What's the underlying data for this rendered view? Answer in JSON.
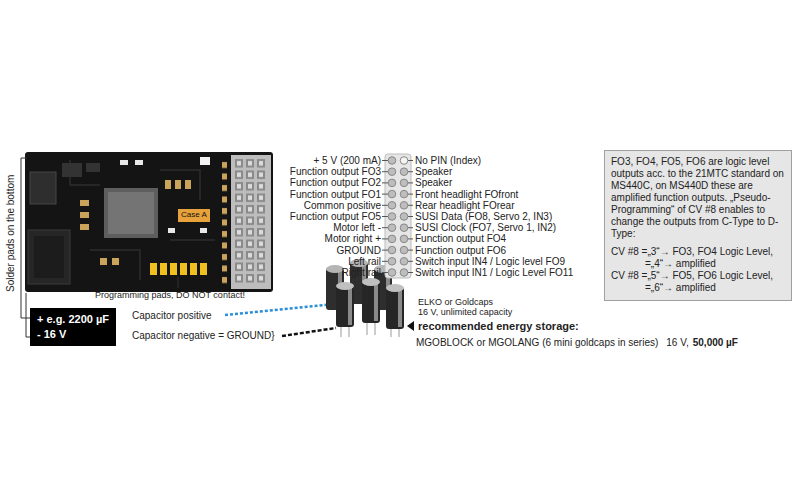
{
  "diagram": {
    "nodes": [
      {
        "text": [
          "FO3, FO4, FO5, FO6 are logic level outputs acc. to the 21MTC standard on MS440C, on MS440D these are amplified function outputs. „Pseudo-Programming“ of CV #8 enables to change the outputs from C-Type to D-Type:",
          "CV #8 =„3“→ FO3, FO4 Logic Level,",
          "=„4“→ amplified",
          "CV #8 =„5“→ FO5, FO6 Logic Level,",
          "=„6“→ amplified"
        ]
      },
      {
        "text": [
          "+ e.g. 2200 µF",
          "- 16 V"
        ]
      }
    ],
    "labels": [
      "Case A",
      "Solder pads on the bottom",
      "Programming pads, DO NOT contact!",
      "+ 5 V (200 mA)",
      "Function output FO3",
      "Function output FO2",
      "Function output FO1",
      "Common positive",
      "Function output FO5",
      "Motor left -",
      "Motor right +",
      "GROUND",
      "Left rail",
      "Right rail",
      "No PIN (Index)",
      "Speaker",
      "Speaker",
      "Front headlight FOfront",
      "Rear headlight FOrear",
      "SUSI Data (FO8, Servo 2, IN3)",
      "SUSI Clock (FO7, Servo 1, IN2)",
      "Function output FO4",
      "Function output FO6",
      "Switch input IN4 / Logic level FO9",
      "Switch input IN1 / Logic Level FO11",
      "Capacitor positive",
      "Capacitor negative = GROUND}",
      "ELKO or Goldcaps",
      "16 V, unlimited capacity",
      "recommended energy storage:",
      "MGOBLOCK or MGOLANG (6 mini goldcaps in series)",
      "16 V,",
      "50,000 µF"
    ]
  }
}
